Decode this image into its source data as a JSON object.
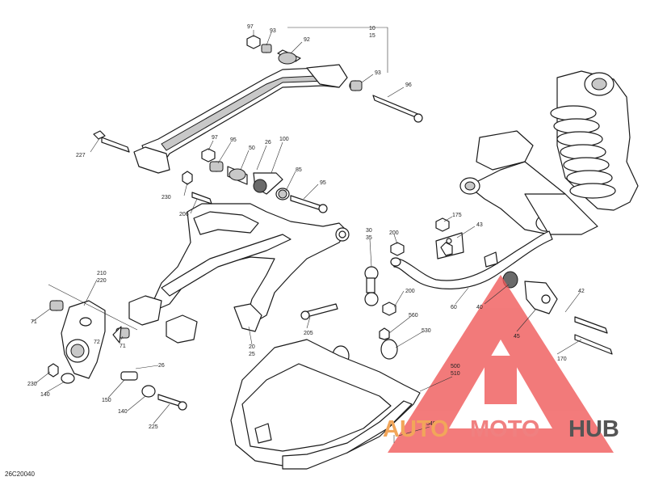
{
  "diagram_id": "26C20040",
  "watermark": {
    "part1": "AUTO",
    "part2": "MOTO",
    "part3": "HUB",
    "color1": "#f2a65a",
    "color2": "#f08080",
    "color3": "#555555",
    "logo_color": "#f05a5a"
  },
  "callouts": [
    {
      "id": "97a",
      "text": "97"
    },
    {
      "id": "93a",
      "text": "93"
    },
    {
      "id": "92",
      "text": "92"
    },
    {
      "id": "10",
      "text": "10"
    },
    {
      "id": "15",
      "text": "15"
    },
    {
      "id": "93b",
      "text": "93"
    },
    {
      "id": "96",
      "text": "96"
    },
    {
      "id": "227",
      "text": "227"
    },
    {
      "id": "97b",
      "text": "97"
    },
    {
      "id": "95a",
      "text": "95"
    },
    {
      "id": "50",
      "text": "50"
    },
    {
      "id": "26a",
      "text": "26"
    },
    {
      "id": "100",
      "text": "100"
    },
    {
      "id": "85",
      "text": "85"
    },
    {
      "id": "95b",
      "text": "95"
    },
    {
      "id": "230a",
      "text": "230"
    },
    {
      "id": "206",
      "text": "206"
    },
    {
      "id": "175",
      "text": "175"
    },
    {
      "id": "43",
      "text": "43"
    },
    {
      "id": "30",
      "text": "30"
    },
    {
      "id": "35",
      "text": "35"
    },
    {
      "id": "200a",
      "text": "200"
    },
    {
      "id": "210",
      "text": "210"
    },
    {
      "id": "220",
      "text": "220"
    },
    {
      "id": "71a",
      "text": "71"
    },
    {
      "id": "72",
      "text": "72"
    },
    {
      "id": "71b",
      "text": "71"
    },
    {
      "id": "200b",
      "text": "200"
    },
    {
      "id": "40",
      "text": "40"
    },
    {
      "id": "42",
      "text": "42"
    },
    {
      "id": "60",
      "text": "60"
    },
    {
      "id": "205",
      "text": "205"
    },
    {
      "id": "560",
      "text": "560"
    },
    {
      "id": "530",
      "text": "530"
    },
    {
      "id": "45",
      "text": "45"
    },
    {
      "id": "20",
      "text": "20"
    },
    {
      "id": "25",
      "text": "25"
    },
    {
      "id": "26b",
      "text": "26"
    },
    {
      "id": "170",
      "text": "170"
    },
    {
      "id": "230b",
      "text": "230"
    },
    {
      "id": "140a",
      "text": "140"
    },
    {
      "id": "150",
      "text": "150"
    },
    {
      "id": "140b",
      "text": "140"
    },
    {
      "id": "225",
      "text": "225"
    },
    {
      "id": "500",
      "text": "500"
    },
    {
      "id": "510",
      "text": "510"
    },
    {
      "id": "540",
      "text": "540"
    }
  ]
}
